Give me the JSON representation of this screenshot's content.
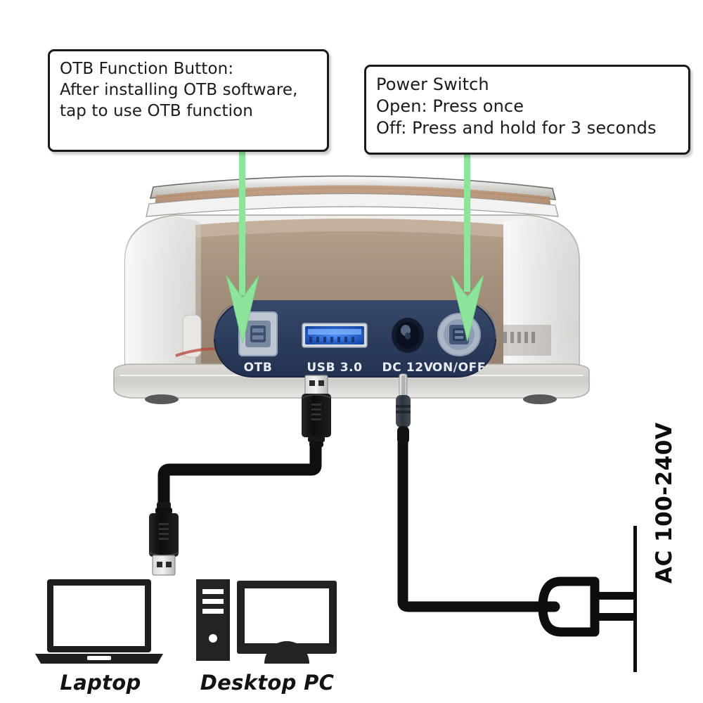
{
  "callouts": {
    "otb": {
      "name": "OTB Function Button callout",
      "lines": [
        "OTB Function Button:",
        "After installing OTB software,",
        "tap to use OTB function"
      ]
    },
    "power": {
      "name": "Power Switch callout",
      "lines": [
        "Power Switch",
        "Open: Press once",
        "Off: Press and hold for 3 seconds"
      ]
    }
  },
  "dock": {
    "port_labels": {
      "otb": "OTB",
      "usb": "USB 3.0",
      "dc": "DC 12V",
      "power": "ON/OFF"
    }
  },
  "devices": {
    "laptop_label": "Laptop",
    "desktop_label": "Desktop PC"
  },
  "power_source": {
    "voltage_label": "AC 100-240V"
  },
  "colors": {
    "arrow_green": "#8fe49b",
    "arrow_green_dark": "#63c878",
    "usb_port_blue": "#1b63d8",
    "panel_navy": "#2b3c59",
    "cable_black": "#101010",
    "box_border": "#1a1a1a",
    "text": "#1b1b1b"
  }
}
